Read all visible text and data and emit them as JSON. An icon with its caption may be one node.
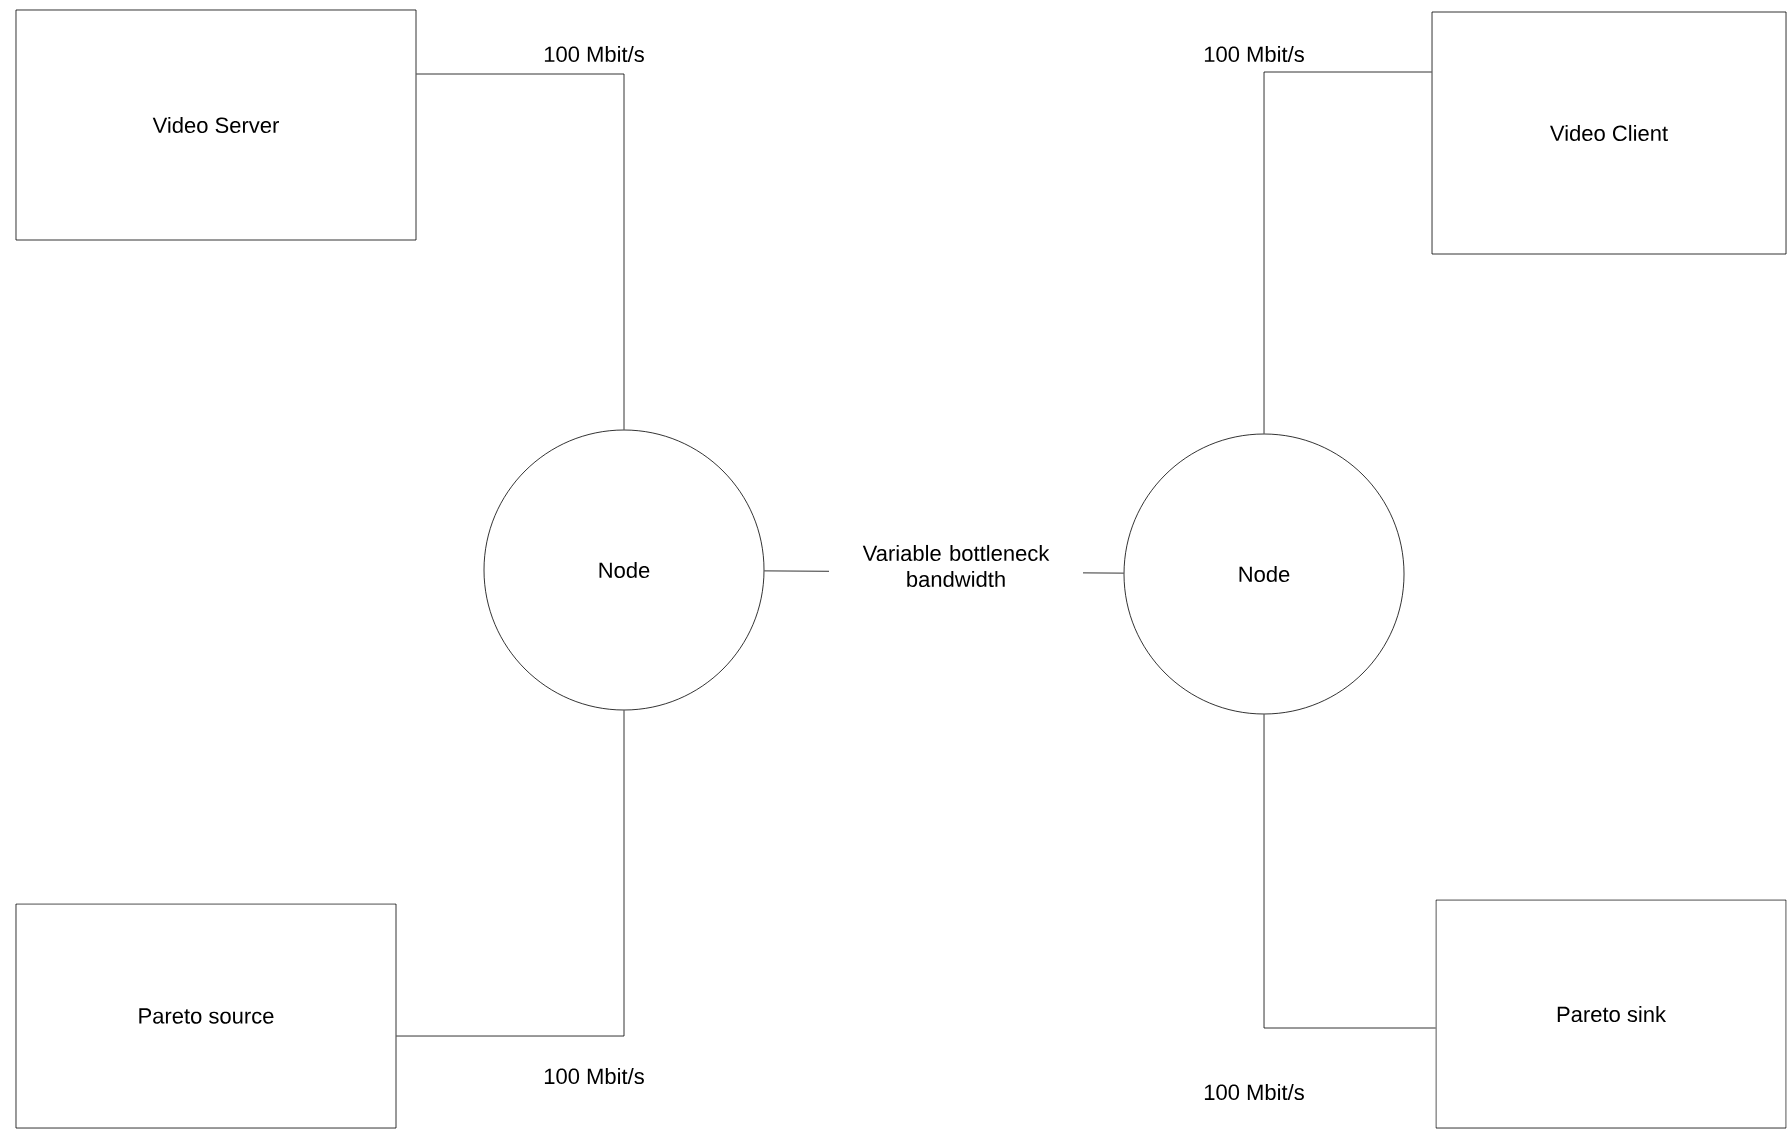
{
  "diagram": {
    "nodes": [
      {
        "text": [
          "Video Server"
        ]
      },
      {
        "text": [
          "Pareto source"
        ]
      },
      {
        "text": [
          "Video Client"
        ]
      },
      {
        "text": [
          "Pareto sink"
        ]
      },
      {
        "text": [
          "Node"
        ]
      },
      {
        "text": [
          "Node"
        ]
      }
    ],
    "edges": [
      {
        "from": 0,
        "to": 4,
        "arrow": "none",
        "label": "100 Mbit/s"
      },
      {
        "from": 1,
        "to": 4,
        "arrow": "none",
        "label": "100 Mbit/s"
      },
      {
        "from": 2,
        "to": 5,
        "arrow": "none",
        "label": "100 Mbit/s"
      },
      {
        "from": 3,
        "to": 5,
        "arrow": "none",
        "label": "100 Mbit/s"
      },
      {
        "from": 4,
        "to": 5,
        "arrow": "none",
        "label": "Variable bottleneck bandwidth"
      }
    ]
  }
}
